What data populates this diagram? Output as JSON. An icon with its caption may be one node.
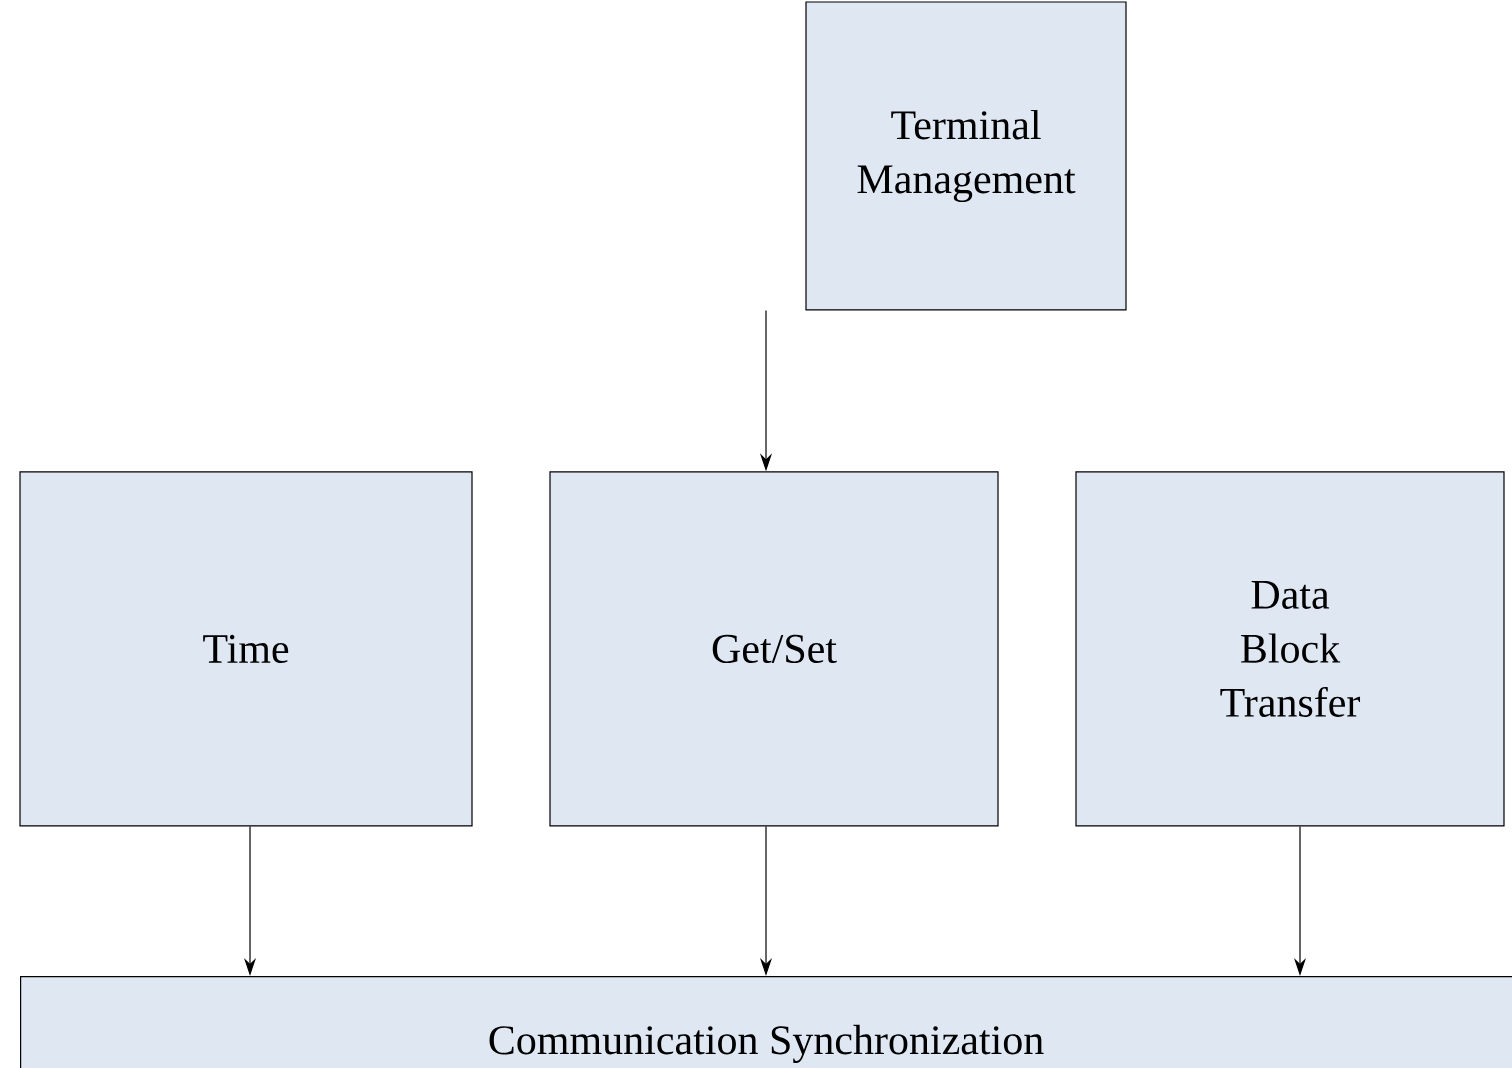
{
  "diagram": {
    "nodes": [
      {
        "text": [
          "Terminal Management"
        ]
      },
      {
        "text": [
          "Time"
        ]
      },
      {
        "text": [
          "Get/Set"
        ]
      },
      {
        "text": [
          "Data Block Transfer"
        ]
      },
      {
        "text": [
          "Communication Synchronization"
        ]
      }
    ],
    "edges": [
      {
        "from": 0,
        "to": 2,
        "arrow": "to"
      },
      {
        "from": 1,
        "to": 4,
        "arrow": "to"
      },
      {
        "from": 2,
        "to": 4,
        "arrow": "to"
      },
      {
        "from": 3,
        "to": 4,
        "arrow": "to"
      }
    ]
  }
}
